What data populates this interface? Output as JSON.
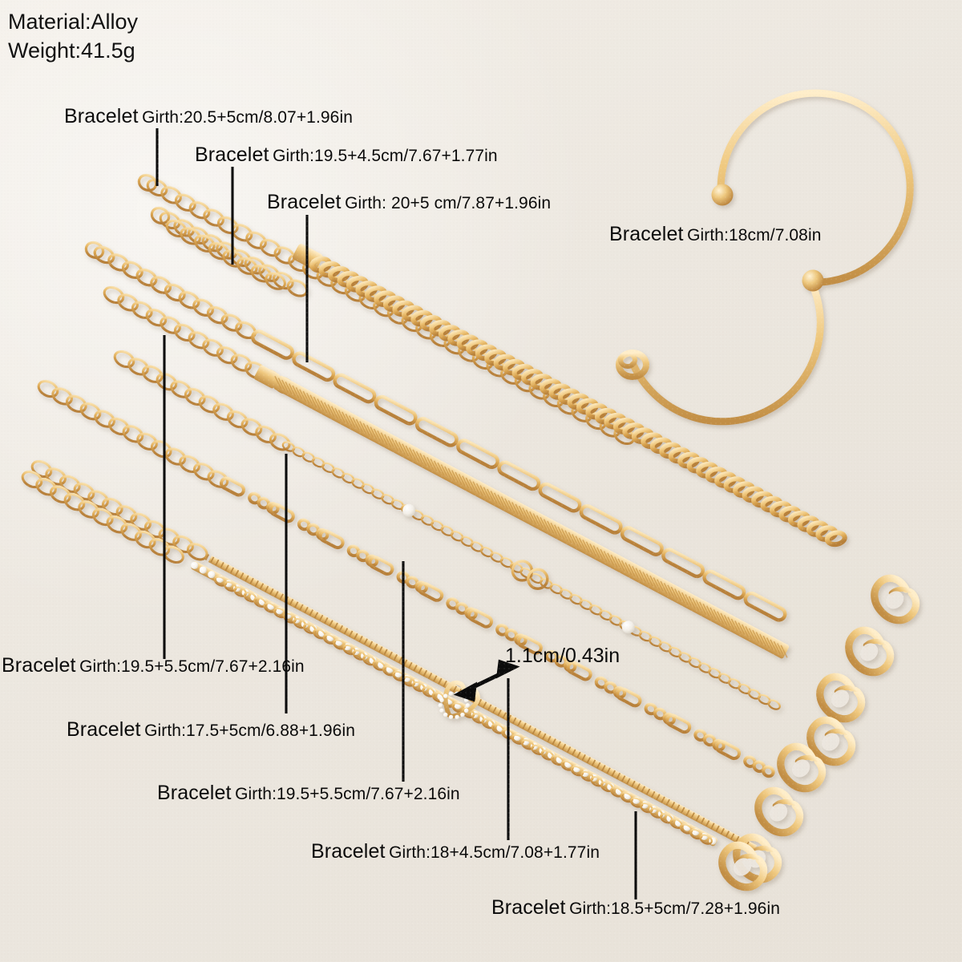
{
  "product": {
    "material_label": "Material:Alloy",
    "weight_label": "Weight:41.5g"
  },
  "callouts": [
    {
      "id": "rolo-extender",
      "prefix": "Bracelet",
      "spec": "Girth:20.5+5cm/8.07+1.96in"
    },
    {
      "id": "rope-chain",
      "prefix": "Bracelet",
      "spec": "Girth:19.5+4.5cm/7.67+1.77in"
    },
    {
      "id": "paperclip-chain",
      "prefix": "Bracelet",
      "spec": "Girth: 20+5 cm/7.87+1.96in"
    },
    {
      "id": "bangle-cuff",
      "prefix": "Bracelet",
      "spec": "Girth:18cm/7.08in"
    },
    {
      "id": "snake-chain",
      "prefix": "Bracelet",
      "spec": "Girth:19.5+5.5cm/7.67+2.16in"
    },
    {
      "id": "figaro-chain",
      "prefix": "Bracelet",
      "spec": "Girth:17.5+5cm/6.88+1.96in"
    },
    {
      "id": "pearl-chain",
      "prefix": "Bracelet",
      "spec": "Girth:19.5+5.5cm/7.67+2.16in"
    },
    {
      "id": "box-chain",
      "prefix": "Bracelet",
      "spec": "Girth:18+4.5cm/7.08+1.77in"
    },
    {
      "id": "rhinestone-chain",
      "prefix": "Bracelet",
      "spec": "Girth:18.5+5cm/7.28+1.96in"
    }
  ],
  "heart_dimension": {
    "text": "1.1cm/0.43in"
  },
  "colors": {
    "background": "#efeae2",
    "gold_light": "#f5d9a0",
    "gold_mid": "#e0ad5c",
    "gold_dark": "#b5813a",
    "text": "#0b0b0b",
    "stone": "#ffffff"
  },
  "items": [
    {
      "name": "rolo-chain-bracelet",
      "chain_type": "rolo"
    },
    {
      "name": "rope-chain-bracelet",
      "chain_type": "rope"
    },
    {
      "name": "paperclip-chain-bracelet",
      "chain_type": "paperclip"
    },
    {
      "name": "snake-chain-bracelet",
      "chain_type": "snake"
    },
    {
      "name": "figaro-chain-bracelet",
      "chain_type": "figaro"
    },
    {
      "name": "pearl-station-bracelet",
      "chain_type": "pearl-station"
    },
    {
      "name": "box-chain-bracelet",
      "chain_type": "box"
    },
    {
      "name": "rhinestone-tennis-bracelet",
      "chain_type": "rhinestone"
    },
    {
      "name": "heart-charm-cable-bracelet",
      "chain_type": "cable-heart"
    },
    {
      "name": "knot-bangle-cuff",
      "chain_type": "bangle"
    }
  ]
}
